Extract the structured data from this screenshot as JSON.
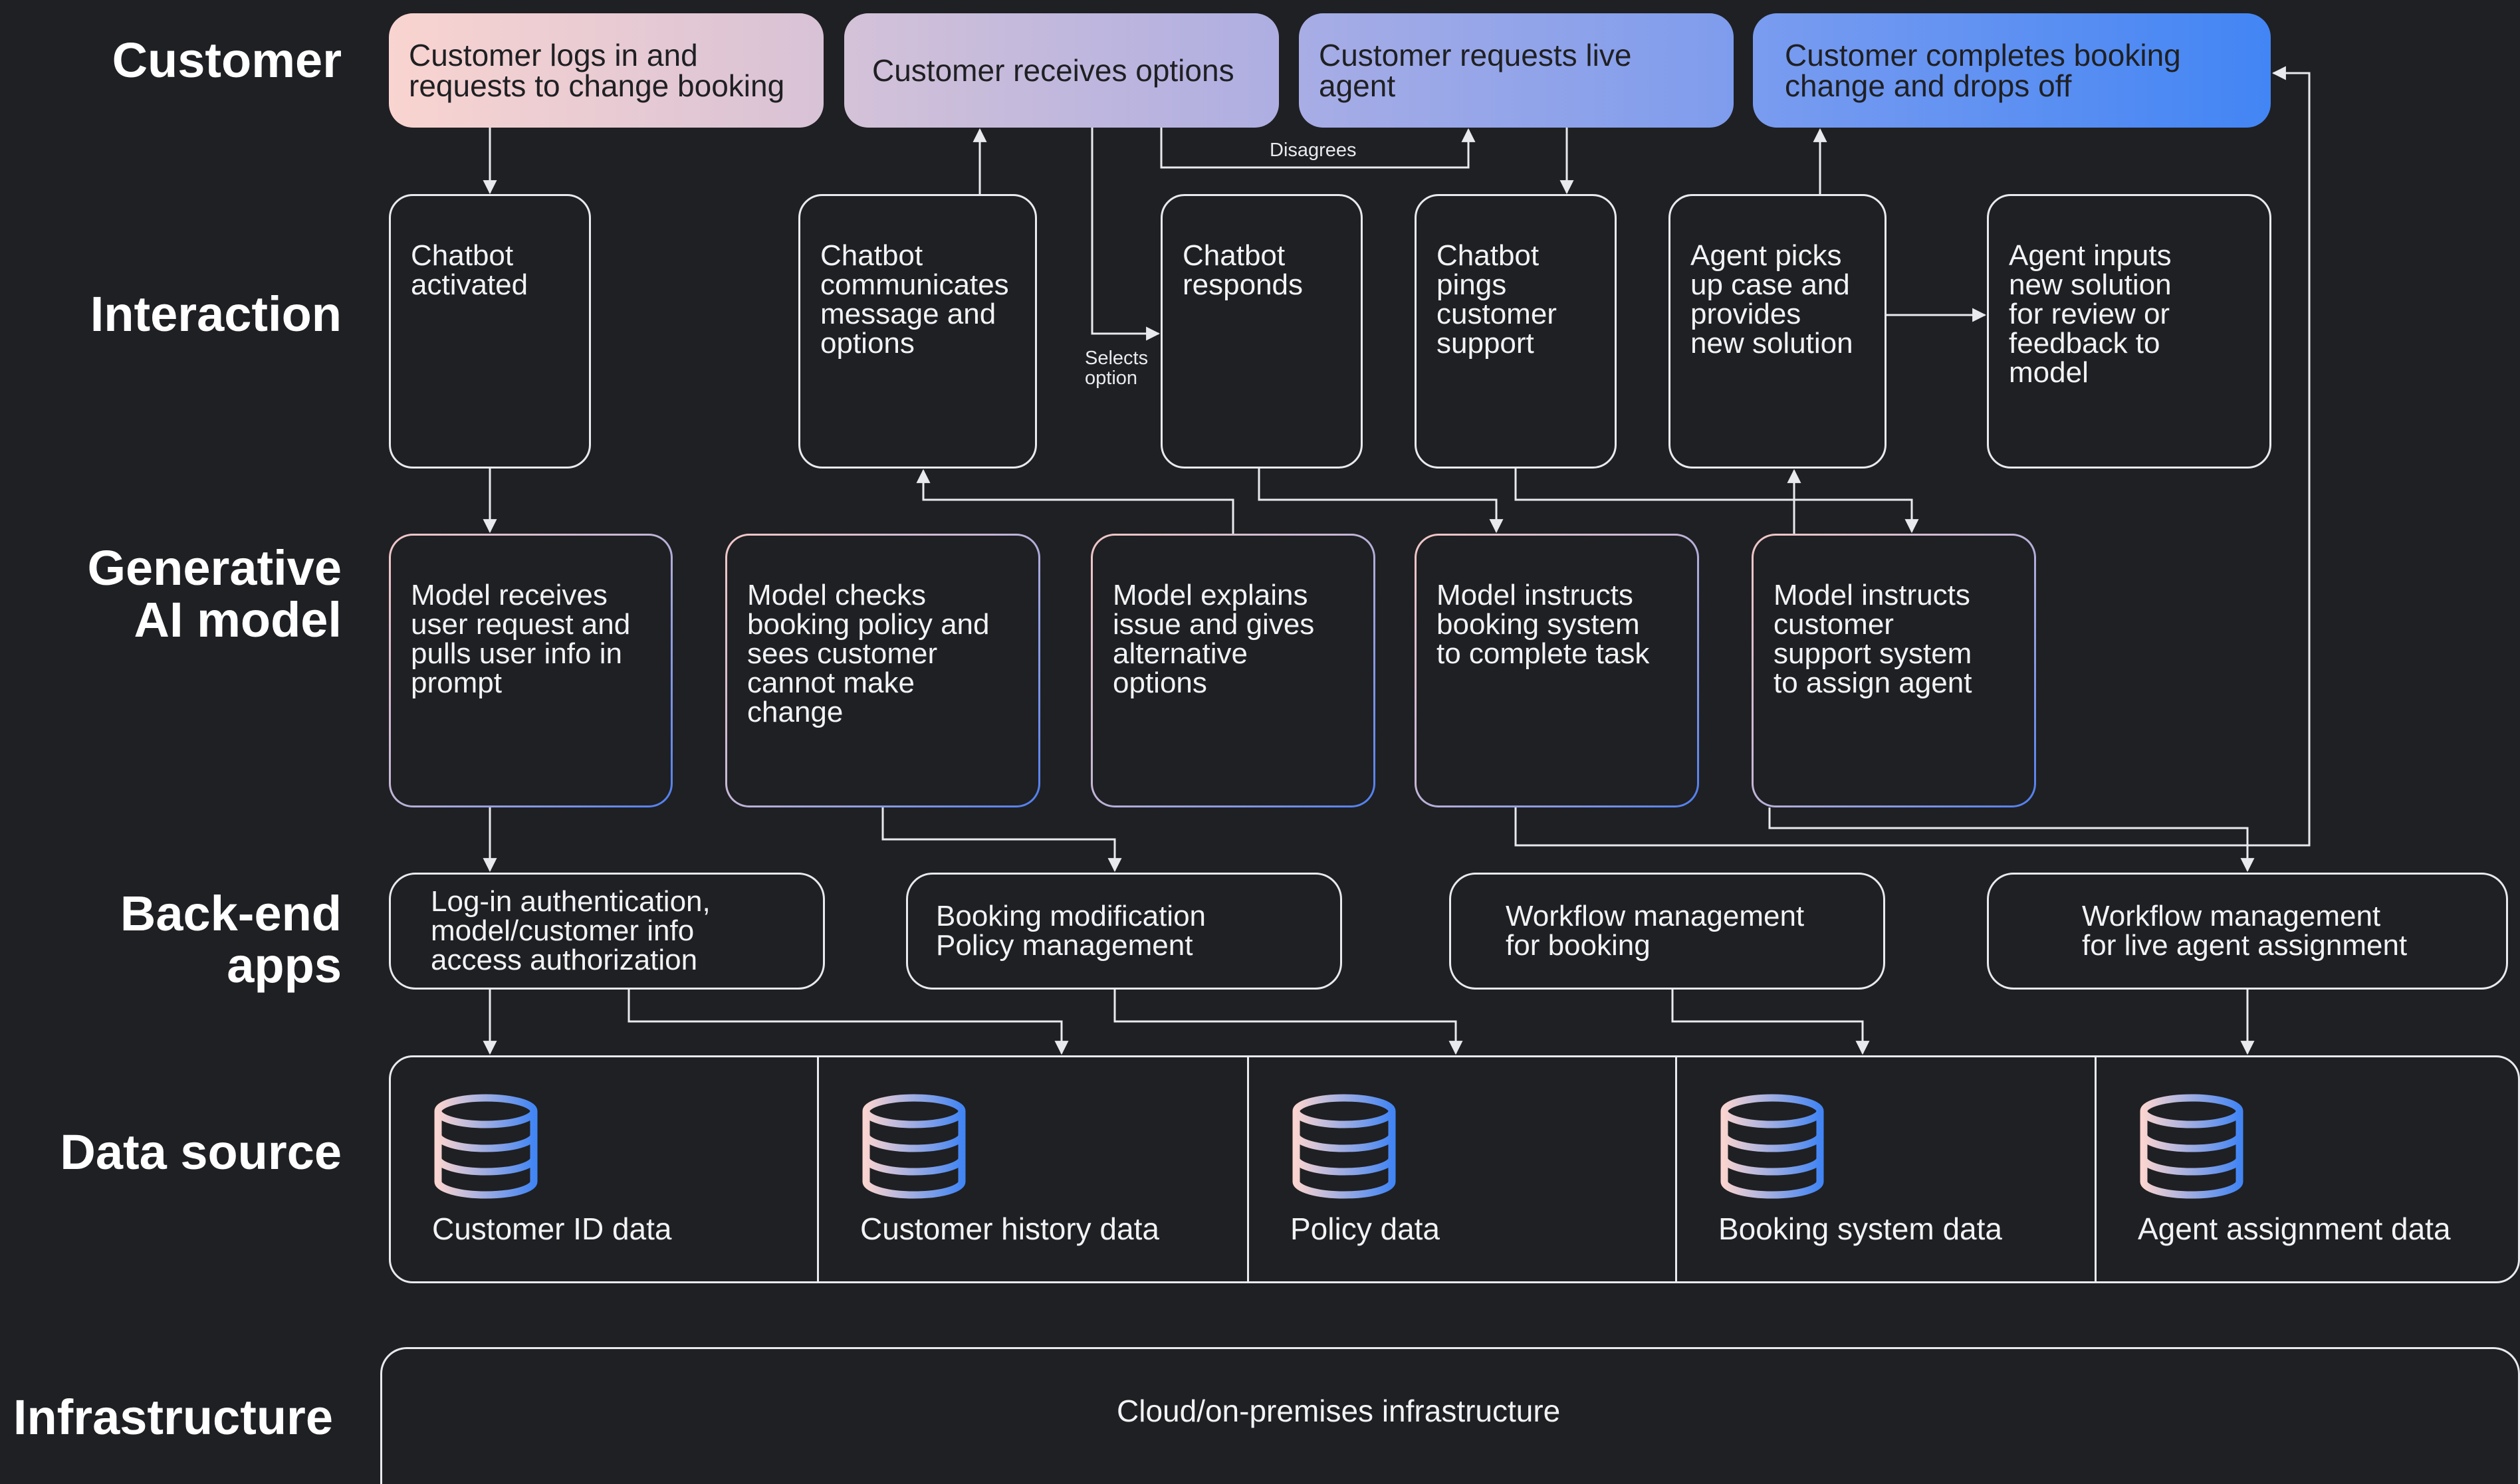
{
  "lanes": {
    "customer": "Customer",
    "interaction": "Interaction",
    "model": "Generative\nAI model",
    "backend": "Back-end\napps",
    "data": "Data source",
    "infra": "Infrastructure"
  },
  "customer_steps": [
    "Customer logs in and\nrequests to change booking",
    "Customer receives options",
    "Customer requests live agent",
    "Customer completes booking\nchange and drops off"
  ],
  "interaction_steps": [
    "Chatbot\nactivated",
    "Chatbot\ncommunicates\nmessage and\noptions",
    "Chatbot\nresponds",
    "Chatbot\npings\ncustomer\nsupport",
    "Agent picks\nup case and\nprovides\nnew solution",
    "Agent inputs\nnew solution\nfor review or\nfeedback to\nmodel"
  ],
  "model_steps": [
    "Model receives\nuser request and\npulls user info in\nprompt",
    "Model checks\nbooking policy and\nsees customer\ncannot make\nchange",
    "Model explains\nissue and gives\nalternative\noptions",
    "Model instructs\nbooking system\nto complete task",
    "Model instructs\ncustomer\nsupport system\nto assign agent"
  ],
  "backend_apps": [
    "Log-in authentication,\nmodel/customer info\naccess authorization",
    "Booking modification\nPolicy management",
    "Workflow management\nfor booking",
    "Workflow management\nfor live agent assignment"
  ],
  "data_sources": [
    "Customer ID data",
    "Customer history data",
    "Policy data",
    "Booking system data",
    "Agent assignment data"
  ],
  "infrastructure": "Cloud/on-premises infrastructure",
  "connector_labels": {
    "disagrees": "Disagrees",
    "selects_option": "Selects\noption"
  },
  "colors": {
    "background": "#1f2023",
    "line": "#e8eaed",
    "gradient_start": "#f9d4d0",
    "gradient_end": "#4285f4"
  },
  "icons": [
    "database-icon"
  ]
}
